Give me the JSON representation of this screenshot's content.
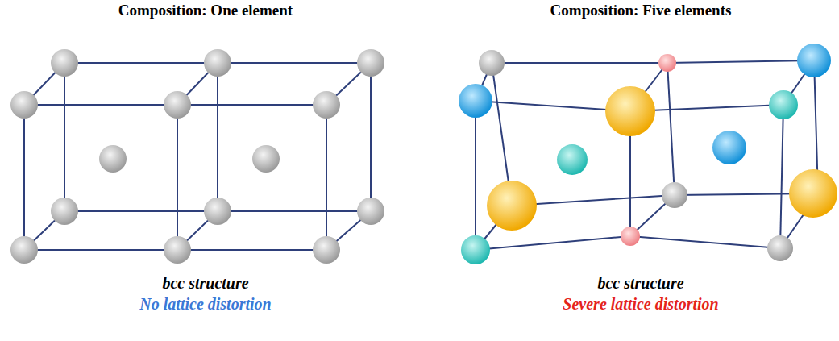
{
  "diagram": {
    "labels": [
      "Composition: One element",
      "Composition: Five elements",
      "bcc structure",
      "No lattice distortion",
      "bcc structure",
      "Severe lattice distortion"
    ]
  }
}
